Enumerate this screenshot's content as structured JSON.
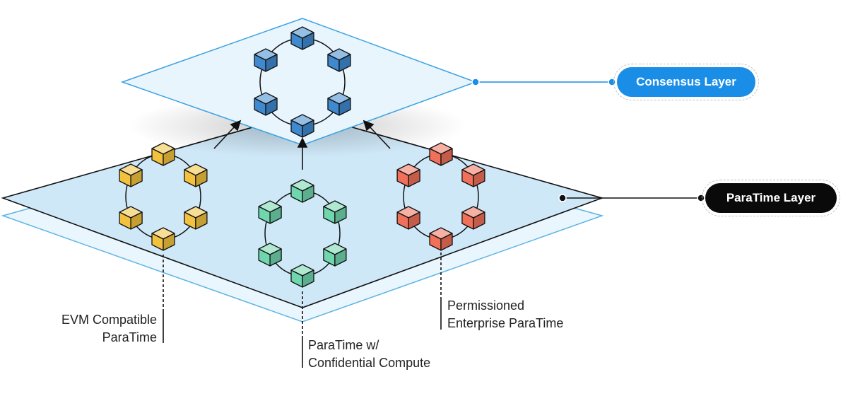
{
  "labels": {
    "consensus": "Consensus Layer",
    "paratime": "ParaTime Layer",
    "evm_line1": "EVM Compatible",
    "evm_line2": "ParaTime",
    "confidential_line1": "ParaTime w/",
    "confidential_line2": "Confidential Compute",
    "enterprise_line1": "Permissioned",
    "enterprise_line2": "Enterprise ParaTime"
  },
  "colors": {
    "consensus_pill": "#1a8ee6",
    "paratime_pill": "#0a0a0a",
    "consensus_nodes": "#3f89cf",
    "evm_nodes": "#f2c23e",
    "confidential_nodes": "#6fd6ae",
    "enterprise_nodes": "#f0705a",
    "plane_fill": "#e6f4fc",
    "plane_stroke": "#4aa9e0"
  }
}
